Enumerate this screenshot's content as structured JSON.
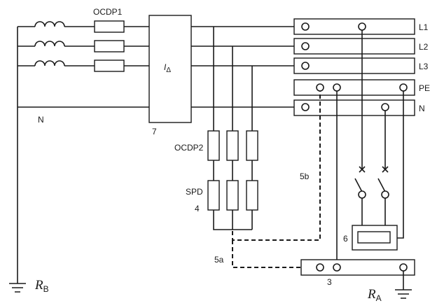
{
  "labels": {
    "ocdp1": "OCDP1",
    "ocdp2": "OCDP2",
    "spd": "SPD",
    "spd_num": "4",
    "rcd_symbol": "I",
    "rcd_sub": "Δ",
    "rcd_num": "7",
    "neutral_left": "N",
    "l1": "L1",
    "l2": "L2",
    "l3": "L3",
    "pe": "PE",
    "n": "N",
    "label_5b": "5b",
    "label_5a": "5a",
    "equipment_num": "6",
    "earth_bar_num": "3",
    "rb_main": "R",
    "rb_sub": "B",
    "ra_main": "R",
    "ra_sub": "A"
  }
}
